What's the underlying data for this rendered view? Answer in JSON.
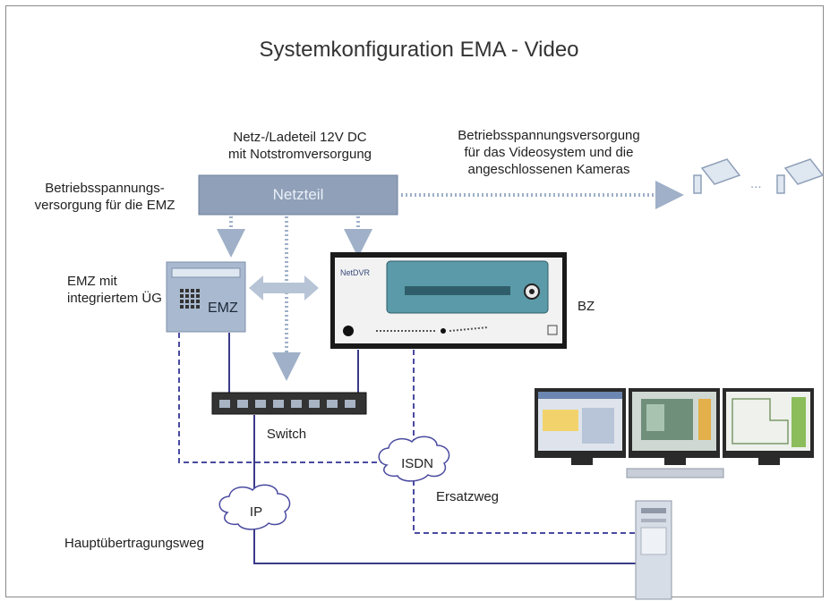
{
  "title": "Systemkonfiguration EMA - Video",
  "labels": {
    "ps_title_1": "Netz-/Ladeteil 12V DC",
    "ps_title_2": "mit Notstromversorgung",
    "power_supply": "Netzteil",
    "video_supply_1": "Betriebsspannungsversorgung",
    "video_supply_2": "für das Videosystem und die",
    "video_supply_3": "angeschlossenen Kameras",
    "emz_supply_1": "Betriebsspannungs-",
    "emz_supply_2": "versorgung für die EMZ",
    "emz_desc_1": "EMZ mit",
    "emz_desc_2": "integriertem ÜG",
    "emz_box": "EMZ",
    "bz": "BZ",
    "switch": "Switch",
    "isdn": "ISDN",
    "ersatzweg": "Ersatzweg",
    "ip": "IP",
    "hauptweg": "Hauptübertragungsweg",
    "camera_ellipsis": "...",
    "recorder_brand": "NetDVR"
  },
  "colors": {
    "power_box": "#8fa0b8",
    "arrow": "#9fb0c8",
    "line": "#3a3a8a",
    "dashed": "#4a4aa0",
    "emz_box": "#a9b9cf",
    "recorder": "#1a1a1a"
  }
}
